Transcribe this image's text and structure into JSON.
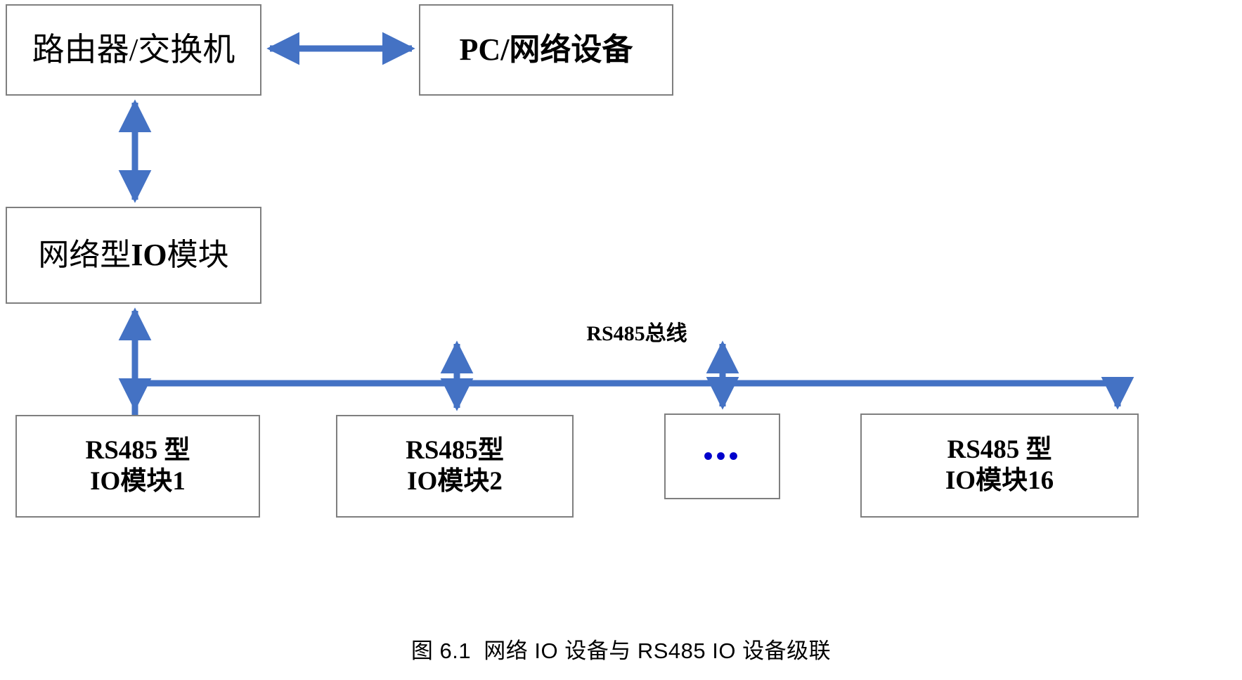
{
  "figure": {
    "caption": "图 6.1  网络 IO 设备与 RS485 IO 设备级联",
    "bus_label": "RS485总线",
    "accent_color": "#4472C4",
    "box_border_color": "#7F7F7F",
    "dot_color": "#0000CC",
    "background": "#FFFFFF"
  },
  "nodes": {
    "router": {
      "label": "路由器/交换机"
    },
    "pc": {
      "label": "PC/网络设备"
    },
    "network_io": {
      "label": "网络型IO模块",
      "label_plain_prefix": "网络型",
      "label_bold": "IO",
      "label_plain_suffix": "模块"
    },
    "rs485_1": {
      "line1": "RS485 型",
      "line2": "IO模块1"
    },
    "rs485_2": {
      "line1": "RS485型",
      "line2": "IO模块2"
    },
    "ellipsis": {
      "dots": "•••"
    },
    "rs485_16": {
      "line1": "RS485 型",
      "line2": "IO模块16"
    }
  },
  "connections": [
    {
      "name": "router-to-pc",
      "type": "double-arrow",
      "orientation": "horizontal"
    },
    {
      "name": "router-to-network-io",
      "type": "double-arrow",
      "orientation": "vertical"
    },
    {
      "name": "network-io-to-bus",
      "type": "double-arrow",
      "orientation": "vertical"
    },
    {
      "name": "bus-to-rs485-1",
      "type": "double-arrow",
      "orientation": "vertical"
    },
    {
      "name": "bus-to-rs485-2",
      "type": "double-arrow",
      "orientation": "vertical"
    },
    {
      "name": "bus-to-ellipsis",
      "type": "double-arrow",
      "orientation": "vertical"
    },
    {
      "name": "bus-to-rs485-16",
      "type": "single-arrow",
      "orientation": "vertical"
    },
    {
      "name": "rs485-bus-line",
      "type": "line",
      "orientation": "horizontal"
    }
  ]
}
